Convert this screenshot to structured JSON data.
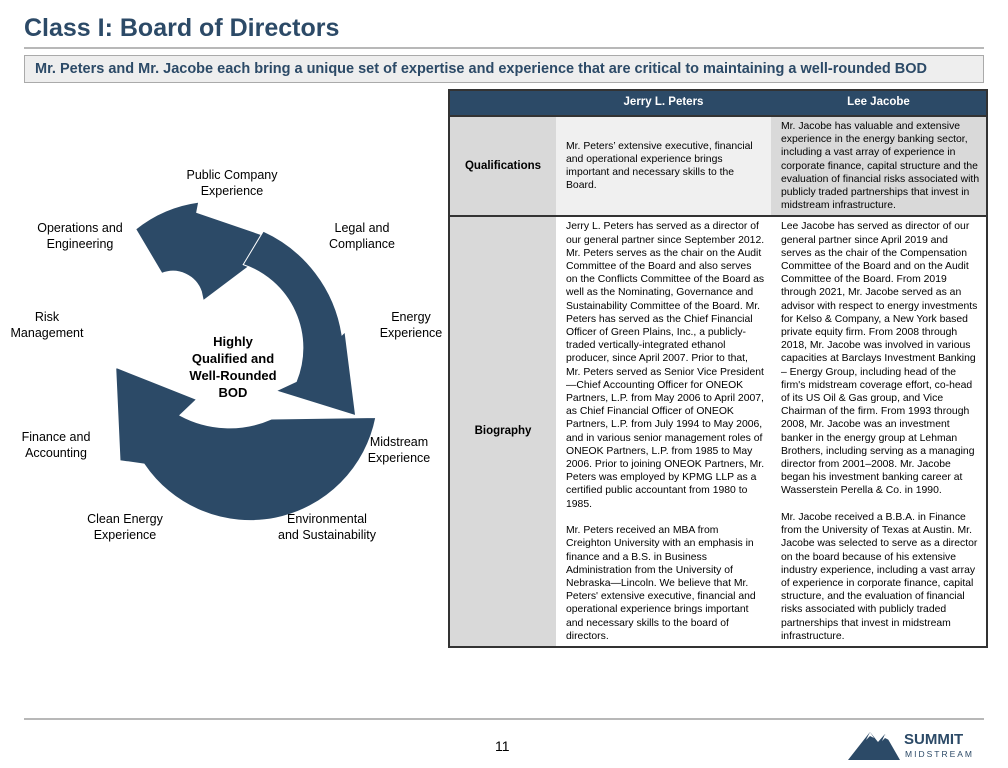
{
  "page": {
    "title": "Class I: Board of Directors",
    "subtitle": "Mr. Peters and Mr. Jacobe each bring a unique set of expertise and experience that are critical to maintaining a well-rounded BOD",
    "page_number": "11"
  },
  "cycle": {
    "center": "Highly\nQualified and\nWell-Rounded\nBOD",
    "labels": {
      "public": "Public Company\nExperience",
      "legal": "Legal and\nCompliance",
      "energy": "Energy\nExperience",
      "midstream": "Midstream\nExperience",
      "environmental": "Environmental\nand Sustainability",
      "clean": "Clean Energy\nExperience",
      "finance": "Finance and\nAccounting",
      "risk": "Risk\nManagement",
      "operations": "Operations and\nEngineering"
    },
    "color": "#2c4a67"
  },
  "table": {
    "headers": [
      "",
      "Jerry L. Peters",
      "Lee Jacobe"
    ],
    "rows": {
      "qualifications": {
        "label": "Qualifications",
        "peters": "Mr. Peters’ extensive executive, financial and operational experience brings important and necessary skills to the Board.",
        "jacobe": "Mr. Jacobe has valuable and extensive experience in the energy banking sector, including a vast array of experience in corporate finance, capital structure and the evaluation of financial risks associated with publicly traded partnerships that invest in midstream infrastructure."
      },
      "biography": {
        "label": "Biography",
        "peters": "Jerry L. Peters has served as a director of our general partner since September 2012. Mr. Peters serves as the chair on the Audit Committee of the Board and also serves on the Conflicts Committee of the Board as well as the Nominating, Governance and Sustainability Committee of the Board. Mr. Peters has served as the Chief Financial Officer of Green Plains, Inc., a publicly-traded vertically-integrated ethanol producer, since April 2007. Prior to that, Mr. Peters served as Senior Vice President—Chief Accounting Officer for ONEOK Partners, L.P. from May 2006 to April 2007, as Chief Financial Officer of ONEOK Partners, L.P. from July 1994 to May 2006, and in various senior management roles of ONEOK Partners, L.P. from 1985 to May 2006. Prior to joining ONEOK Partners, Mr. Peters was employed by KPMG LLP as a certified public accountant from 1980 to 1985.\n\nMr. Peters received an MBA from Creighton University with an emphasis in finance and a B.S. in Business Administration from the University of Nebraska—Lincoln. We believe that Mr. Peters' extensive executive, financial and operational experience brings important and necessary skills to the board of directors.",
        "jacobe": "Lee Jacobe has served as director of our general partner since April 2019 and serves as the chair of the Compensation Committee of the Board and on the Audit Committee of the Board. From 2019 through 2021, Mr. Jacobe served as an advisor with respect to energy investments for Kelso & Company, a New York based private equity firm.  From 2008 through 2018, Mr. Jacobe was involved in various capacities at Barclays Investment Banking – Energy Group, including head of the firm's midstream coverage effort, co-head of its US Oil & Gas group, and Vice Chairman of the firm.  From 1993 through 2008, Mr. Jacobe was an investment banker in the energy group at Lehman Brothers, including serving as a managing director from 2001–2008.  Mr. Jacobe began his investment banking career at Wasserstein Perella & Co. in 1990.\n\nMr. Jacobe received a B.B.A. in Finance from the University of Texas at Austin.  Mr. Jacobe was selected to serve as a director on the board because of his extensive industry experience, including a vast array of experience in corporate finance, capital structure, and the evaluation of financial risks associated with publicly traded partnerships that invest in midstream infrastructure."
      }
    }
  },
  "logo": {
    "word1": "SUMMIT",
    "word2": "MIDSTREAM",
    "color": "#2c4a67"
  }
}
